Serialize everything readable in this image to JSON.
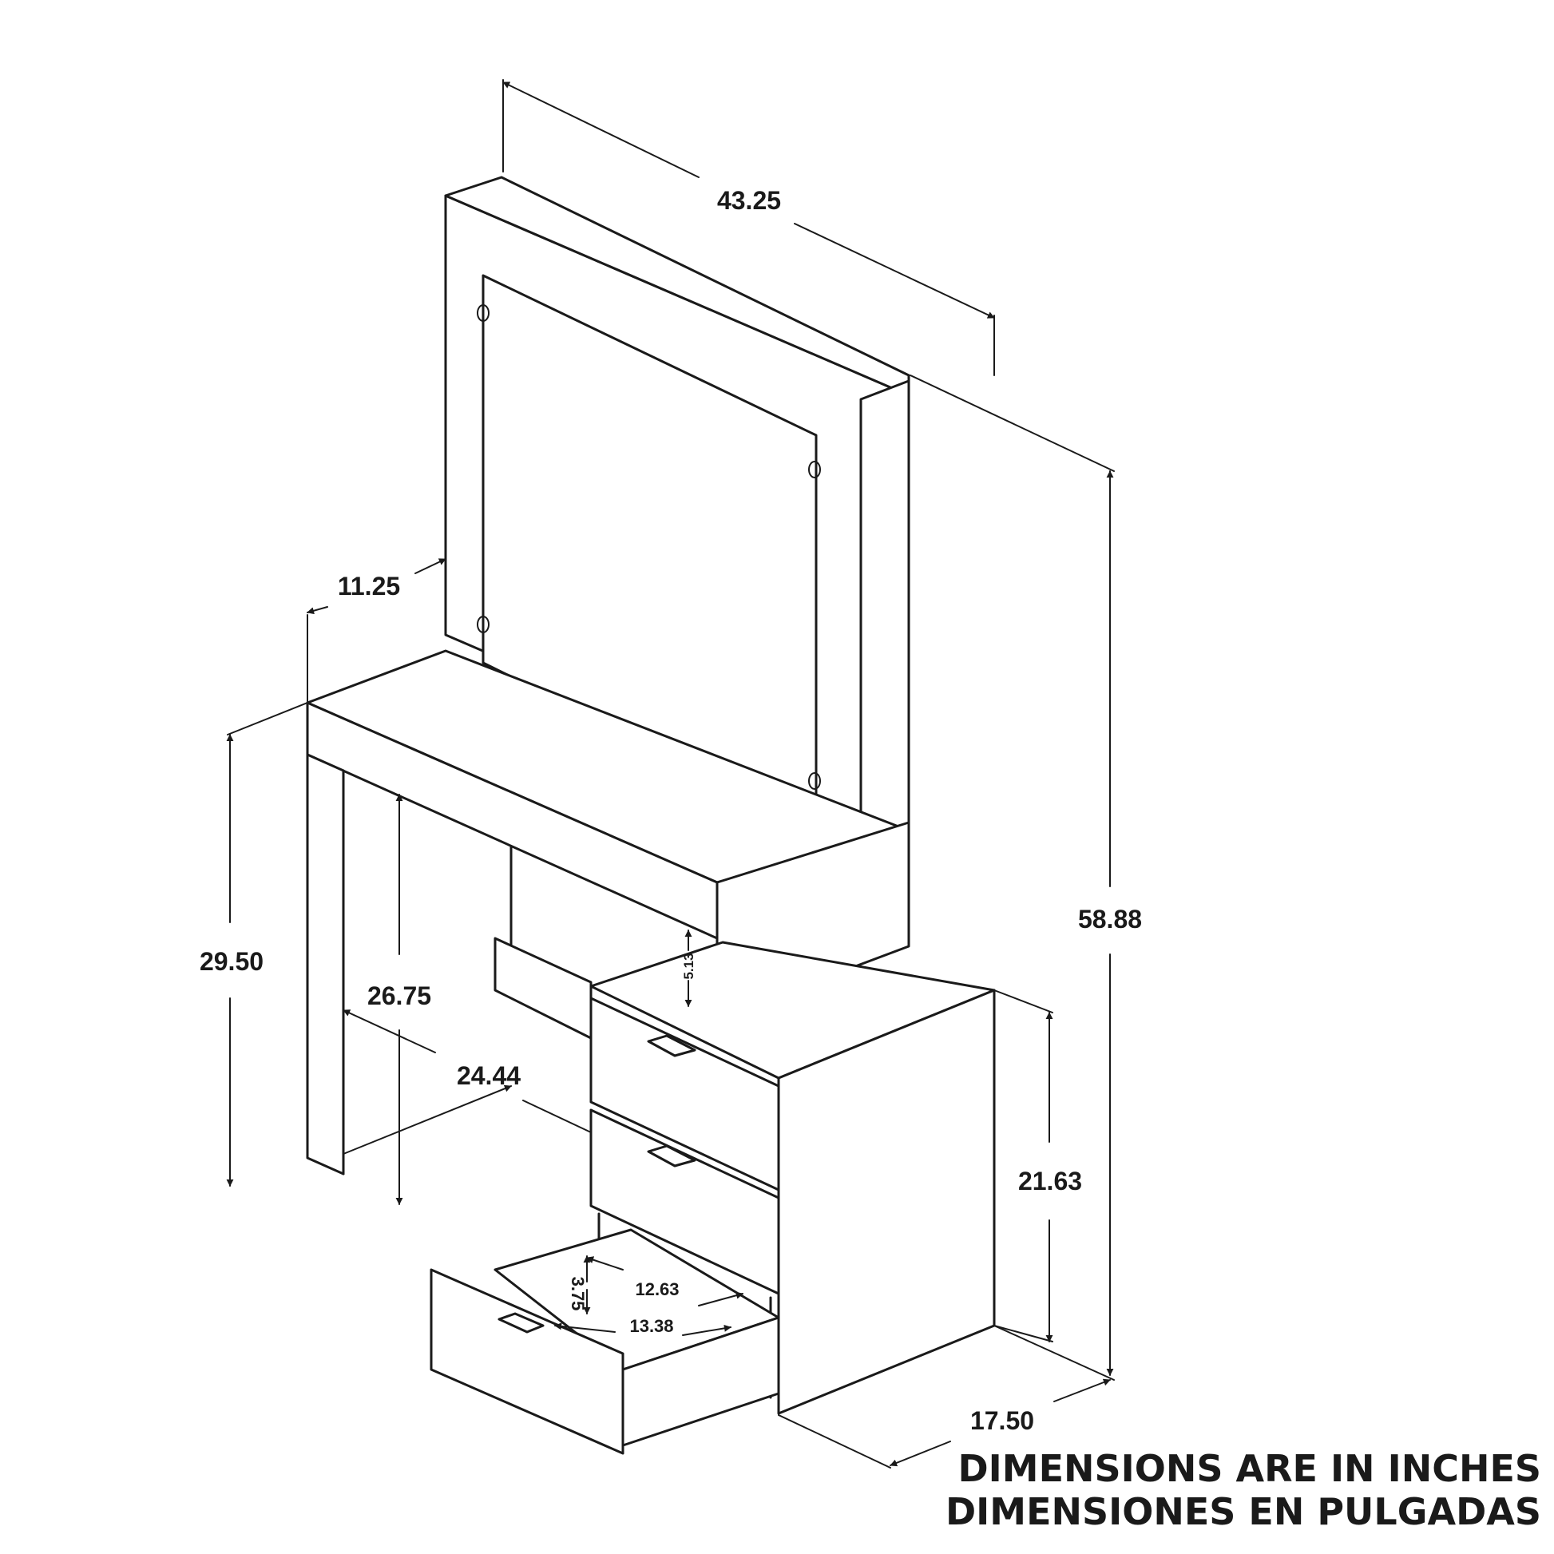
{
  "dimensions": {
    "overall_width": "43.25",
    "overall_height": "58.88",
    "overall_depth": "17.50",
    "desk_depth": "11.25",
    "desk_height": "29.50",
    "knee_height": "26.75",
    "knee_width": "24.44",
    "cabinet_height": "21.63",
    "shelf_gap": "5.13",
    "drawer_inner_height": "3.75",
    "drawer_inner_width": "12.63",
    "drawer_inner_depth": "13.38"
  },
  "notes": {
    "english": "DIMENSIONS ARE IN INCHES",
    "spanish": "DIMENSIONES EN PULGADAS"
  }
}
